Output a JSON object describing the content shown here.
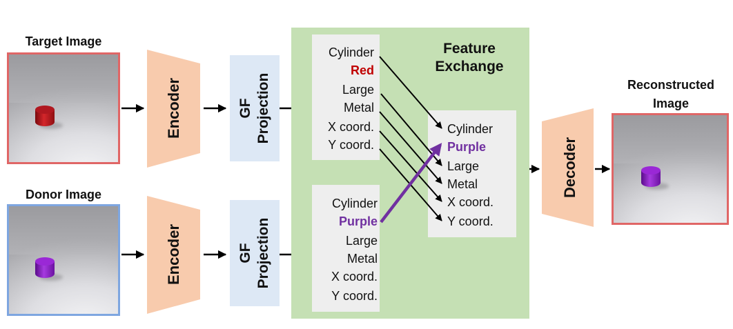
{
  "labels": {
    "target_image": "Target Image",
    "donor_image": "Donor Image",
    "reconstructed_image_line1": "Reconstructed",
    "reconstructed_image_line2": "Image"
  },
  "blocks": {
    "encoder": "Encoder",
    "gf_line1": "GF",
    "gf_line2": "Projection",
    "decoder": "Decoder",
    "feature_exchange_line1": "Feature",
    "feature_exchange_line2": "Exchange"
  },
  "target_features": [
    "Cylinder",
    "Red",
    "Large",
    "Metal",
    "X coord.",
    "Y coord."
  ],
  "donor_features": [
    "Cylinder",
    "Purple",
    "Large",
    "Metal",
    "X coord.",
    "Y coord."
  ],
  "exchanged_features": [
    "Cylinder",
    "Purple",
    "Large",
    "Metal",
    "X coord.",
    "Y coord."
  ],
  "colors": {
    "target_border": "#e06666",
    "donor_border": "#7ea6e0",
    "reconstructed_border": "#e06666",
    "encoder_decoder_fill": "#f8cbad",
    "gf_fill": "#dde8f5",
    "feature_panel_fill": "#c5e0b4",
    "red_text": "#c00000",
    "purple_text": "#7030a0",
    "red_object": "#c0151a",
    "purple_object": "#8a1ec8"
  }
}
